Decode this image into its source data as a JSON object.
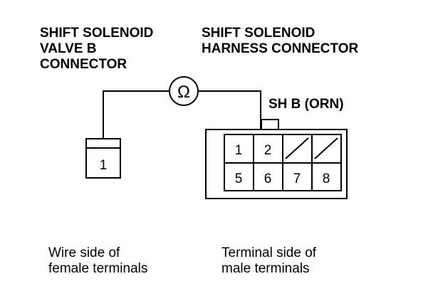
{
  "left_connector": {
    "title_lines": [
      "SHIFT SOLENOID",
      "VALVE B",
      "CONNECTOR"
    ],
    "terminal": "1",
    "caption_lines": [
      "Wire side of",
      "female terminals"
    ]
  },
  "right_connector": {
    "title_lines": [
      "SHIFT SOLENOID",
      "HARNESS CONNECTOR"
    ],
    "wire_label": "SH B (ORN)",
    "terminals_row1": [
      "1",
      "2",
      "",
      ""
    ],
    "terminals_row2": [
      "5",
      "6",
      "7",
      "8"
    ],
    "caption_lines": [
      "Terminal side of",
      "male terminals"
    ]
  },
  "meter_symbol": "Ω"
}
